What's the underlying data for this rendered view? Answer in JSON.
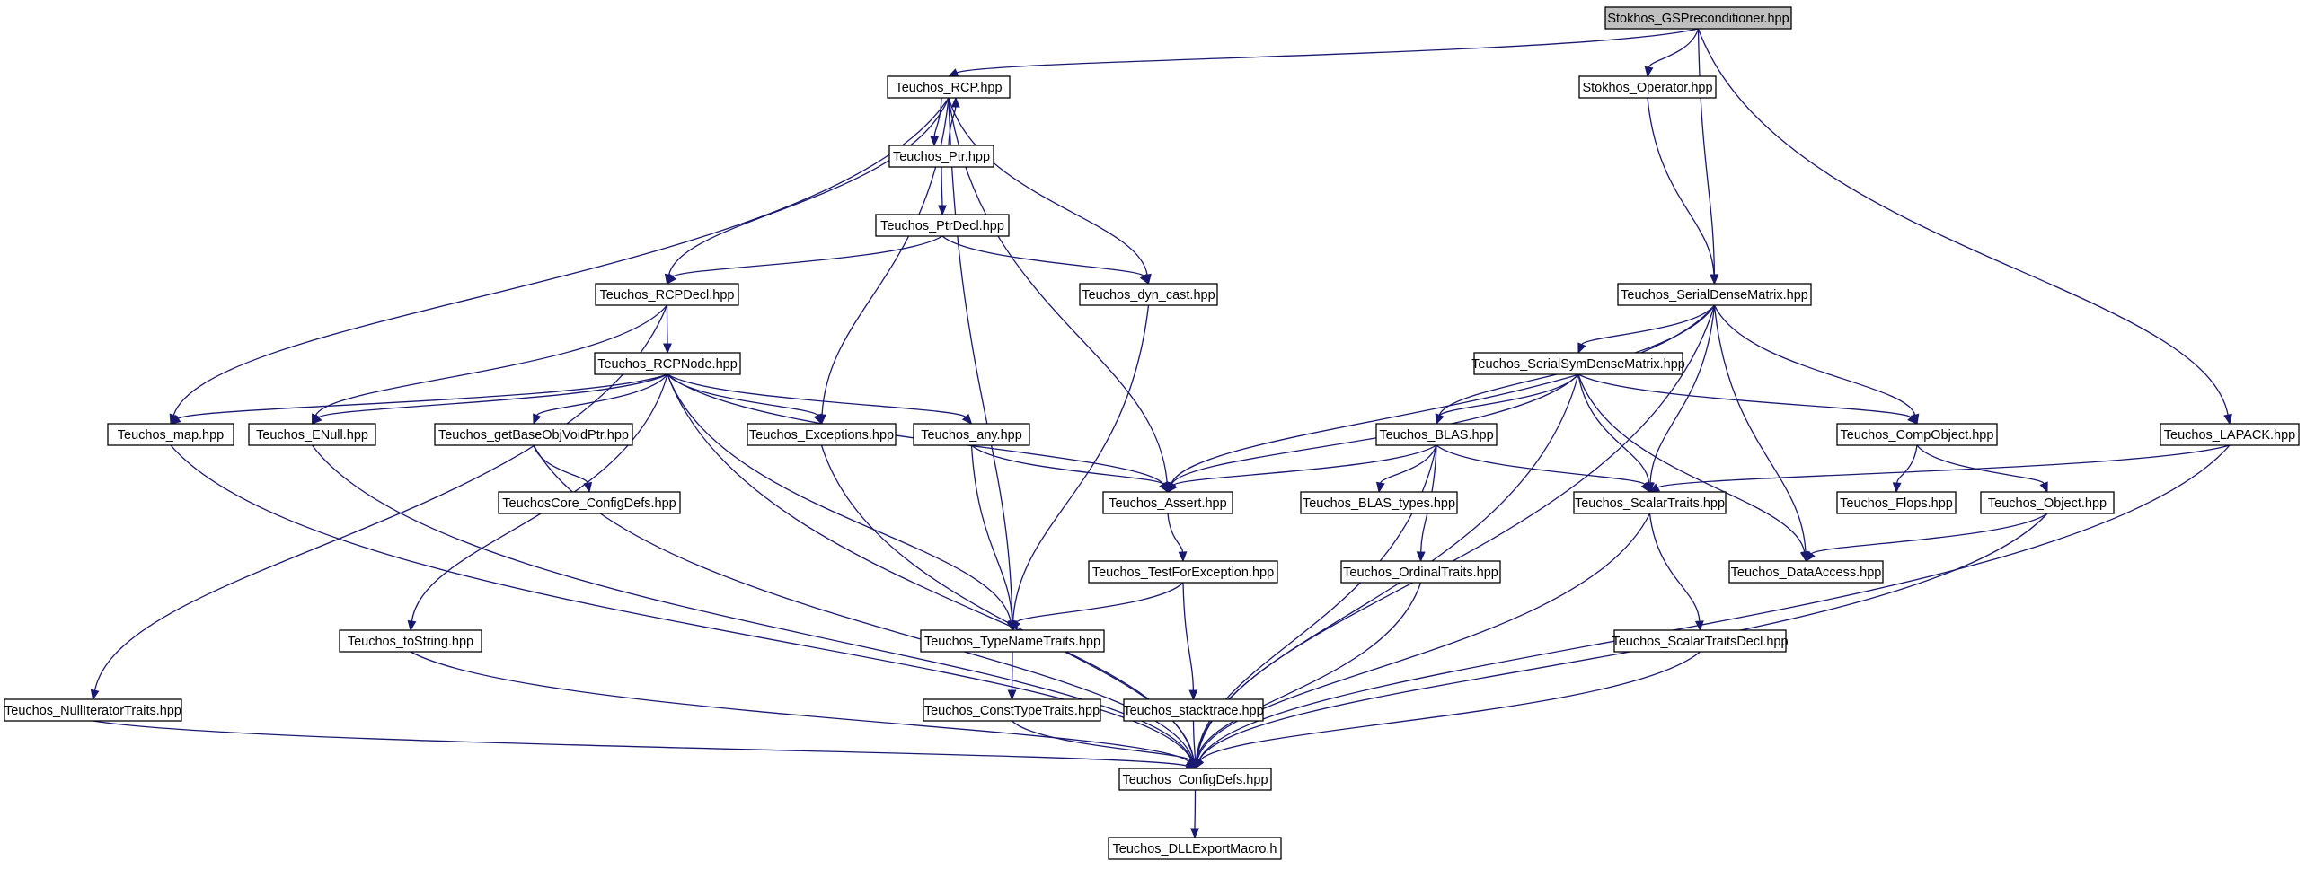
{
  "graph": {
    "nodes": [
      {
        "id": "gs",
        "label": "Stokhos_GSPreconditioner.hpp",
        "highlight": true
      },
      {
        "id": "rcp",
        "label": "Teuchos_RCP.hpp"
      },
      {
        "id": "stop",
        "label": "Stokhos_Operator.hpp"
      },
      {
        "id": "lapack",
        "label": "Teuchos_LAPACK.hpp"
      },
      {
        "id": "ptr",
        "label": "Teuchos_Ptr.hpp"
      },
      {
        "id": "ptrdecl",
        "label": "Teuchos_PtrDecl.hpp"
      },
      {
        "id": "rcpdecl",
        "label": "Teuchos_RCPDecl.hpp"
      },
      {
        "id": "dyncast",
        "label": "Teuchos_dyn_cast.hpp"
      },
      {
        "id": "sdm",
        "label": "Teuchos_SerialDenseMatrix.hpp"
      },
      {
        "id": "rcpnode",
        "label": "Teuchos_RCPNode.hpp"
      },
      {
        "id": "ssdm",
        "label": "Teuchos_SerialSymDenseMatrix.hpp"
      },
      {
        "id": "map",
        "label": "Teuchos_map.hpp"
      },
      {
        "id": "enull",
        "label": "Teuchos_ENull.hpp"
      },
      {
        "id": "getbase",
        "label": "Teuchos_getBaseObjVoidPtr.hpp"
      },
      {
        "id": "exc",
        "label": "Teuchos_Exceptions.hpp"
      },
      {
        "id": "any",
        "label": "Teuchos_any.hpp"
      },
      {
        "id": "blas",
        "label": "Teuchos_BLAS.hpp"
      },
      {
        "id": "comp",
        "label": "Teuchos_CompObject.hpp"
      },
      {
        "id": "coreconf",
        "label": "TeuchosCore_ConfigDefs.hpp"
      },
      {
        "id": "assert",
        "label": "Teuchos_Assert.hpp"
      },
      {
        "id": "blastypes",
        "label": "Teuchos_BLAS_types.hpp"
      },
      {
        "id": "scalar",
        "label": "Teuchos_ScalarTraits.hpp"
      },
      {
        "id": "flops",
        "label": "Teuchos_Flops.hpp"
      },
      {
        "id": "object",
        "label": "Teuchos_Object.hpp"
      },
      {
        "id": "testexc",
        "label": "Teuchos_TestForException.hpp"
      },
      {
        "id": "ordinal",
        "label": "Teuchos_OrdinalTraits.hpp"
      },
      {
        "id": "dataacc",
        "label": "Teuchos_DataAccess.hpp"
      },
      {
        "id": "tostring",
        "label": "Teuchos_toString.hpp"
      },
      {
        "id": "typename",
        "label": "Teuchos_TypeNameTraits.hpp"
      },
      {
        "id": "scalardecl",
        "label": "Teuchos_ScalarTraitsDecl.hpp"
      },
      {
        "id": "nulliter",
        "label": "Teuchos_NullIteratorTraits.hpp"
      },
      {
        "id": "consttype",
        "label": "Teuchos_ConstTypeTraits.hpp"
      },
      {
        "id": "stack",
        "label": "Teuchos_stacktrace.hpp"
      },
      {
        "id": "config",
        "label": "Teuchos_ConfigDefs.hpp"
      },
      {
        "id": "dll",
        "label": "Teuchos_DLLExportMacro.h"
      }
    ],
    "edges": [
      [
        "gs",
        "rcp"
      ],
      [
        "gs",
        "stop"
      ],
      [
        "gs",
        "sdm"
      ],
      [
        "gs",
        "lapack"
      ],
      [
        "rcp",
        "ptr"
      ],
      [
        "ptr",
        "rcp"
      ],
      [
        "rcp",
        "rcpdecl"
      ],
      [
        "rcp",
        "map"
      ],
      [
        "rcp",
        "exc"
      ],
      [
        "rcp",
        "typename"
      ],
      [
        "rcp",
        "dyncast"
      ],
      [
        "rcp",
        "assert"
      ],
      [
        "ptr",
        "ptrdecl"
      ],
      [
        "ptrdecl",
        "rcpdecl"
      ],
      [
        "ptrdecl",
        "dyncast"
      ],
      [
        "rcpdecl",
        "rcpnode"
      ],
      [
        "rcpdecl",
        "enull"
      ],
      [
        "rcpdecl",
        "nulliter"
      ],
      [
        "dyncast",
        "typename"
      ],
      [
        "stop",
        "sdm"
      ],
      [
        "rcpnode",
        "map"
      ],
      [
        "rcpnode",
        "enull"
      ],
      [
        "rcpnode",
        "getbase"
      ],
      [
        "rcpnode",
        "exc"
      ],
      [
        "rcpnode",
        "any"
      ],
      [
        "rcpnode",
        "assert"
      ],
      [
        "rcpnode",
        "tostring"
      ],
      [
        "rcpnode",
        "typename"
      ],
      [
        "rcpnode",
        "config"
      ],
      [
        "sdm",
        "assert"
      ],
      [
        "sdm",
        "ssdm"
      ],
      [
        "sdm",
        "blas"
      ],
      [
        "sdm",
        "scalar"
      ],
      [
        "sdm",
        "dataacc"
      ],
      [
        "sdm",
        "comp"
      ],
      [
        "sdm",
        "config"
      ],
      [
        "ssdm",
        "assert"
      ],
      [
        "ssdm",
        "blas"
      ],
      [
        "ssdm",
        "scalar"
      ],
      [
        "ssdm",
        "dataacc"
      ],
      [
        "ssdm",
        "comp"
      ],
      [
        "ssdm",
        "config"
      ],
      [
        "lapack",
        "scalar"
      ],
      [
        "lapack",
        "config"
      ],
      [
        "getbase",
        "coreconf"
      ],
      [
        "getbase",
        "config"
      ],
      [
        "any",
        "assert"
      ],
      [
        "any",
        "typename"
      ],
      [
        "blas",
        "assert"
      ],
      [
        "blas",
        "blastypes"
      ],
      [
        "blas",
        "ordinal"
      ],
      [
        "blas",
        "scalar"
      ],
      [
        "blas",
        "config"
      ],
      [
        "comp",
        "flops"
      ],
      [
        "comp",
        "object"
      ],
      [
        "object",
        "dataacc"
      ],
      [
        "object",
        "config"
      ],
      [
        "assert",
        "testexc"
      ],
      [
        "testexc",
        "typename"
      ],
      [
        "testexc",
        "stack"
      ],
      [
        "scalar",
        "scalardecl"
      ],
      [
        "scalar",
        "config"
      ],
      [
        "ordinal",
        "config"
      ],
      [
        "scalardecl",
        "config"
      ],
      [
        "map",
        "config"
      ],
      [
        "enull",
        "config"
      ],
      [
        "exc",
        "config"
      ],
      [
        "tostring",
        "config"
      ],
      [
        "typename",
        "consttype"
      ],
      [
        "consttype",
        "config"
      ],
      [
        "stack",
        "config"
      ],
      [
        "nulliter",
        "config"
      ],
      [
        "config",
        "dll"
      ]
    ]
  }
}
